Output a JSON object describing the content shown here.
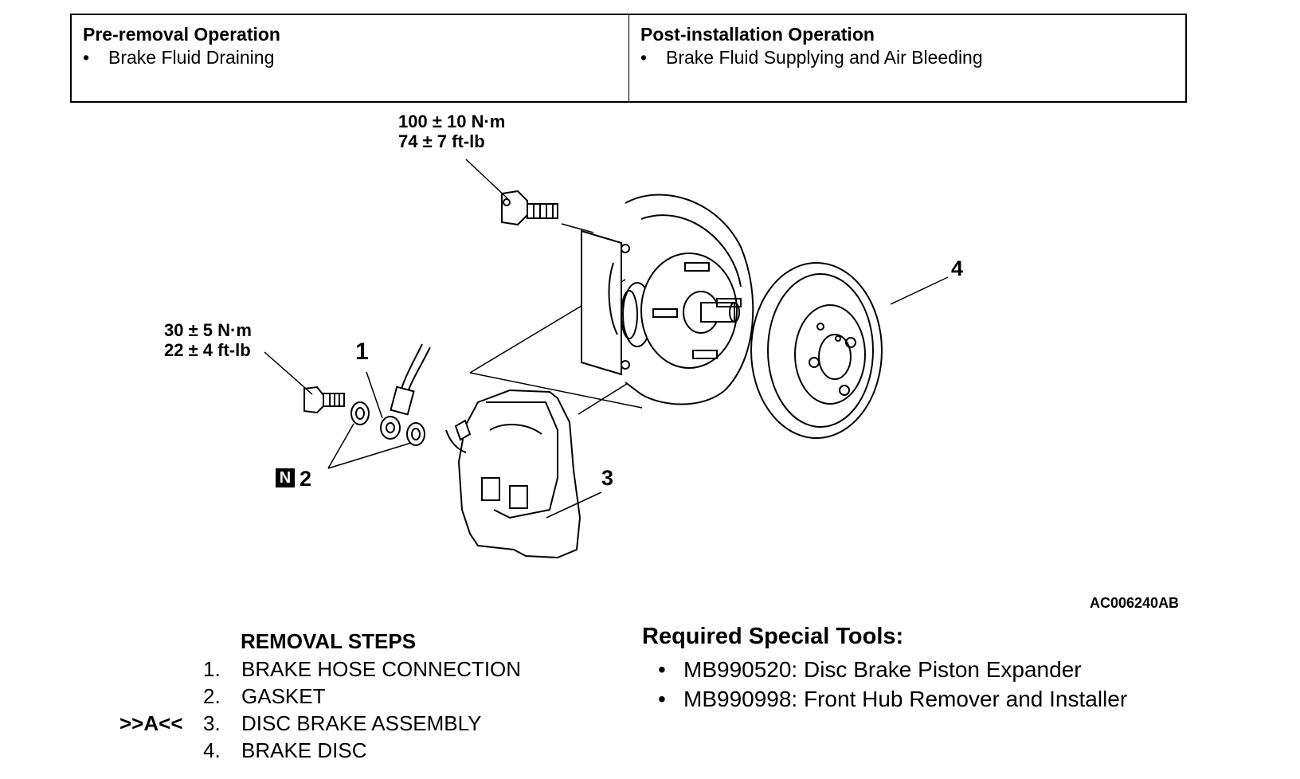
{
  "operations": {
    "pre_removal": {
      "heading": "Pre-removal Operation",
      "items": [
        "Brake Fluid Draining"
      ]
    },
    "post_installation": {
      "heading": "Post-installation Operation",
      "items": [
        "Brake Fluid Supplying and Air Bleeding"
      ]
    }
  },
  "diagram": {
    "torque_upper": {
      "line1": "100 ± 10 N·m",
      "line2": "74 ± 7 ft-lb"
    },
    "torque_lower": {
      "line1": "30 ± 5 N·m",
      "line2": "22 ± 4 ft-lb"
    },
    "callouts": {
      "c1": "1",
      "c2": "2",
      "c3": "3",
      "c4": "4",
      "n_badge": "N"
    },
    "figure_code": "AC006240AB"
  },
  "removal_steps": {
    "title": "REMOVAL STEPS",
    "items": [
      {
        "marker": "",
        "number": "1.",
        "label": "BRAKE HOSE CONNECTION"
      },
      {
        "marker": "",
        "number": "2.",
        "label": "GASKET"
      },
      {
        "marker": ">>A<<",
        "number": "3.",
        "label": "DISC BRAKE ASSEMBLY"
      },
      {
        "marker": "",
        "number": "4.",
        "label": "BRAKE DISC"
      }
    ]
  },
  "special_tools": {
    "title": "Required Special Tools:",
    "items": [
      "MB990520: Disc Brake Piston Expander",
      "MB990998: Front Hub Remover and Installer"
    ]
  }
}
